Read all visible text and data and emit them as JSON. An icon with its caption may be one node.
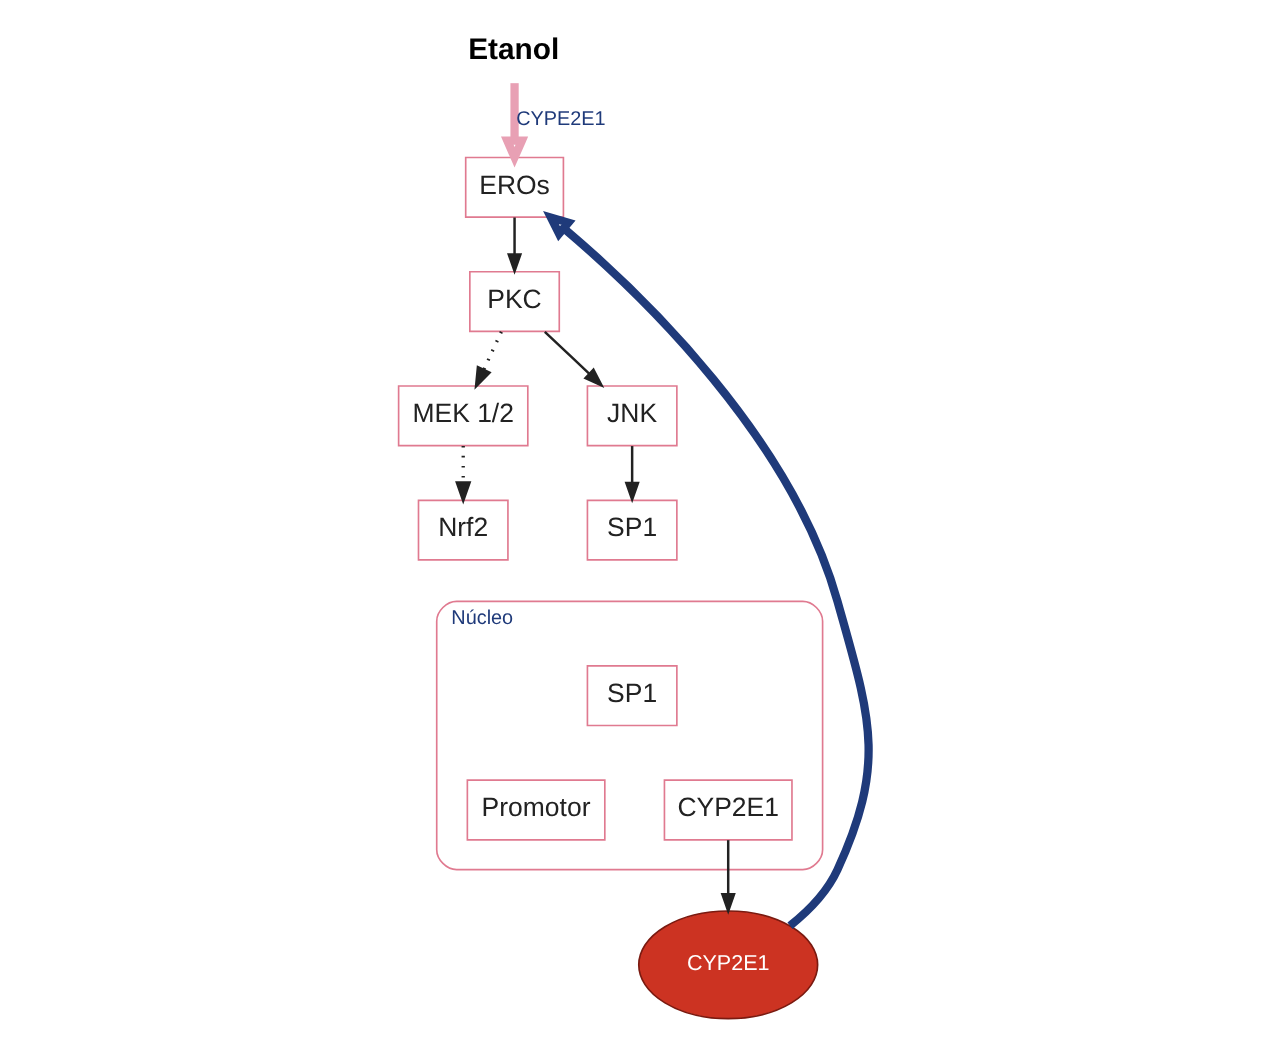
{
  "diagram": {
    "nodes": [
      {
        "text": [
          "Etanol"
        ]
      },
      {
        "text": [
          "EROs"
        ]
      },
      {
        "text": [
          "PKC"
        ]
      },
      {
        "text": [
          "MEK 1/2"
        ]
      },
      {
        "text": [
          "JNK"
        ]
      },
      {
        "text": [
          "Nrf2"
        ]
      },
      {
        "text": [
          "SP1"
        ]
      },
      {
        "text": [
          "Núcleo"
        ]
      },
      {
        "text": [
          "SP1"
        ],
        "in": 7
      },
      {
        "text": [
          "Promotor"
        ],
        "in": 7
      },
      {
        "text": [
          "CYP2E1"
        ],
        "in": 7
      },
      {
        "text": [
          "CYP2E1"
        ]
      }
    ],
    "edges": [
      {
        "from": 0,
        "to": 1,
        "arrow": "to",
        "label": "CYPE2E1",
        "style": "thick",
        "color": "#e8a0b4"
      },
      {
        "from": 1,
        "to": 2,
        "arrow": "to"
      },
      {
        "from": 2,
        "to": 3,
        "arrow": "to",
        "style": "dashed"
      },
      {
        "from": 2,
        "to": 4,
        "arrow": "to"
      },
      {
        "from": 3,
        "to": 5,
        "arrow": "to",
        "style": "dashed"
      },
      {
        "from": 4,
        "to": 6,
        "arrow": "to"
      },
      {
        "from": 10,
        "to": 11,
        "arrow": "to"
      },
      {
        "from": 11,
        "to": 1,
        "arrow": "to",
        "style": "thick",
        "color": "#1f3a7a"
      }
    ]
  }
}
